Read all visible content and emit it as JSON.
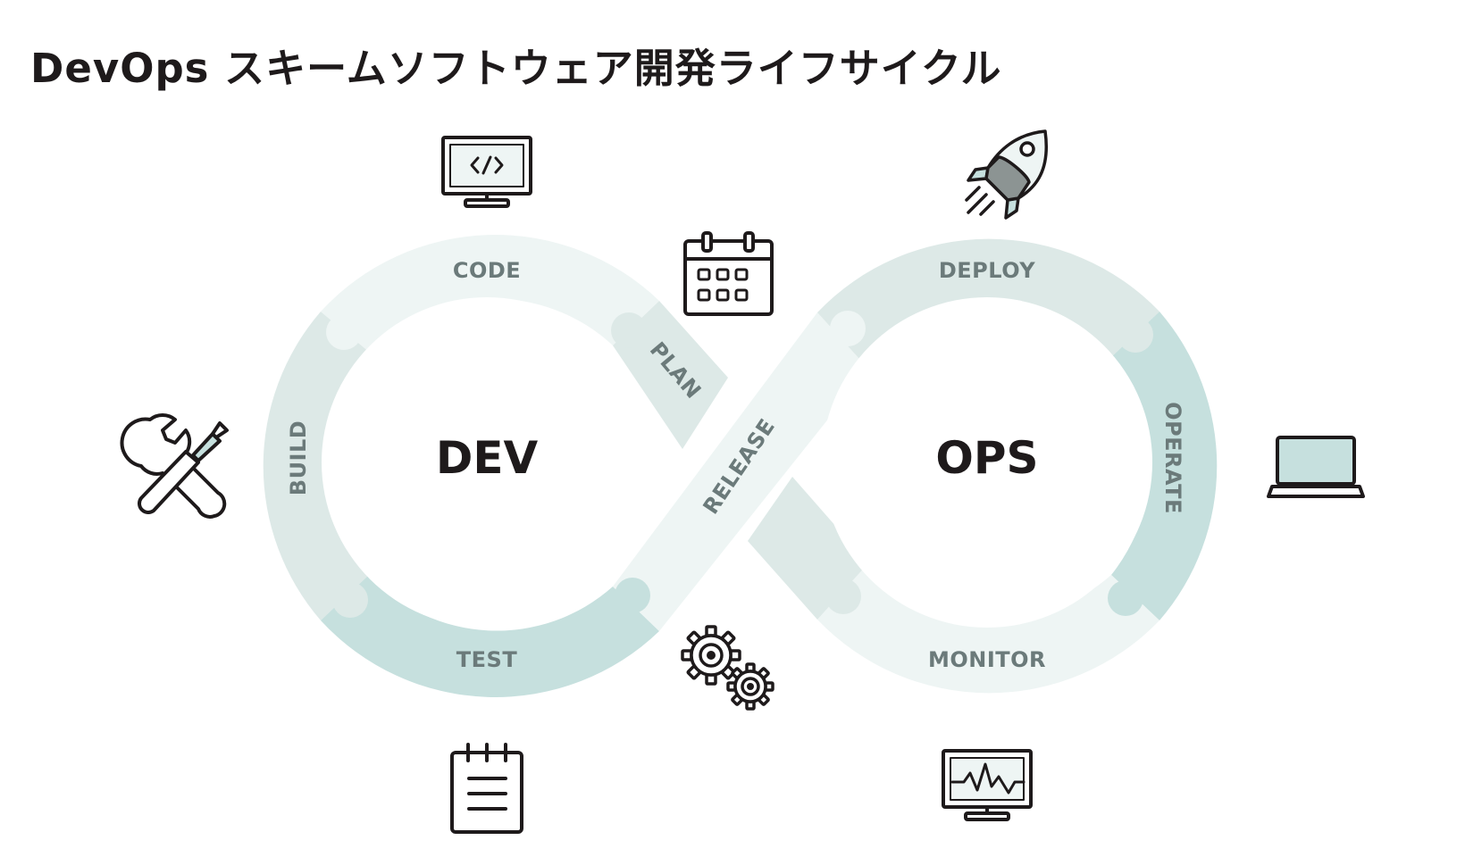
{
  "title": "DevOps スキームソフトウェア開発ライフサイクル",
  "colors": {
    "light": "#eef5f4",
    "medium": "#dde9e7",
    "dark": "#c6e0de",
    "icon_stroke": "#1e1a1b",
    "icon_fill": "#c6e0de",
    "label": "#6b7a7a"
  },
  "loops": {
    "dev": "DEV",
    "ops": "OPS"
  },
  "segments": {
    "code": "CODE",
    "plan": "PLAN",
    "build": "BUILD",
    "test": "TEST",
    "release": "RELEASE",
    "deploy": "DEPLOY",
    "operate": "OPERATE",
    "monitor": "MONITOR"
  },
  "icons": {
    "code": "code-monitor-icon",
    "plan": "calendar-icon",
    "build": "wrench-screwdriver-icon",
    "test": "notepad-icon",
    "release": "gears-icon",
    "deploy": "rocket-icon",
    "operate": "laptop-icon",
    "monitor": "activity-monitor-icon"
  }
}
